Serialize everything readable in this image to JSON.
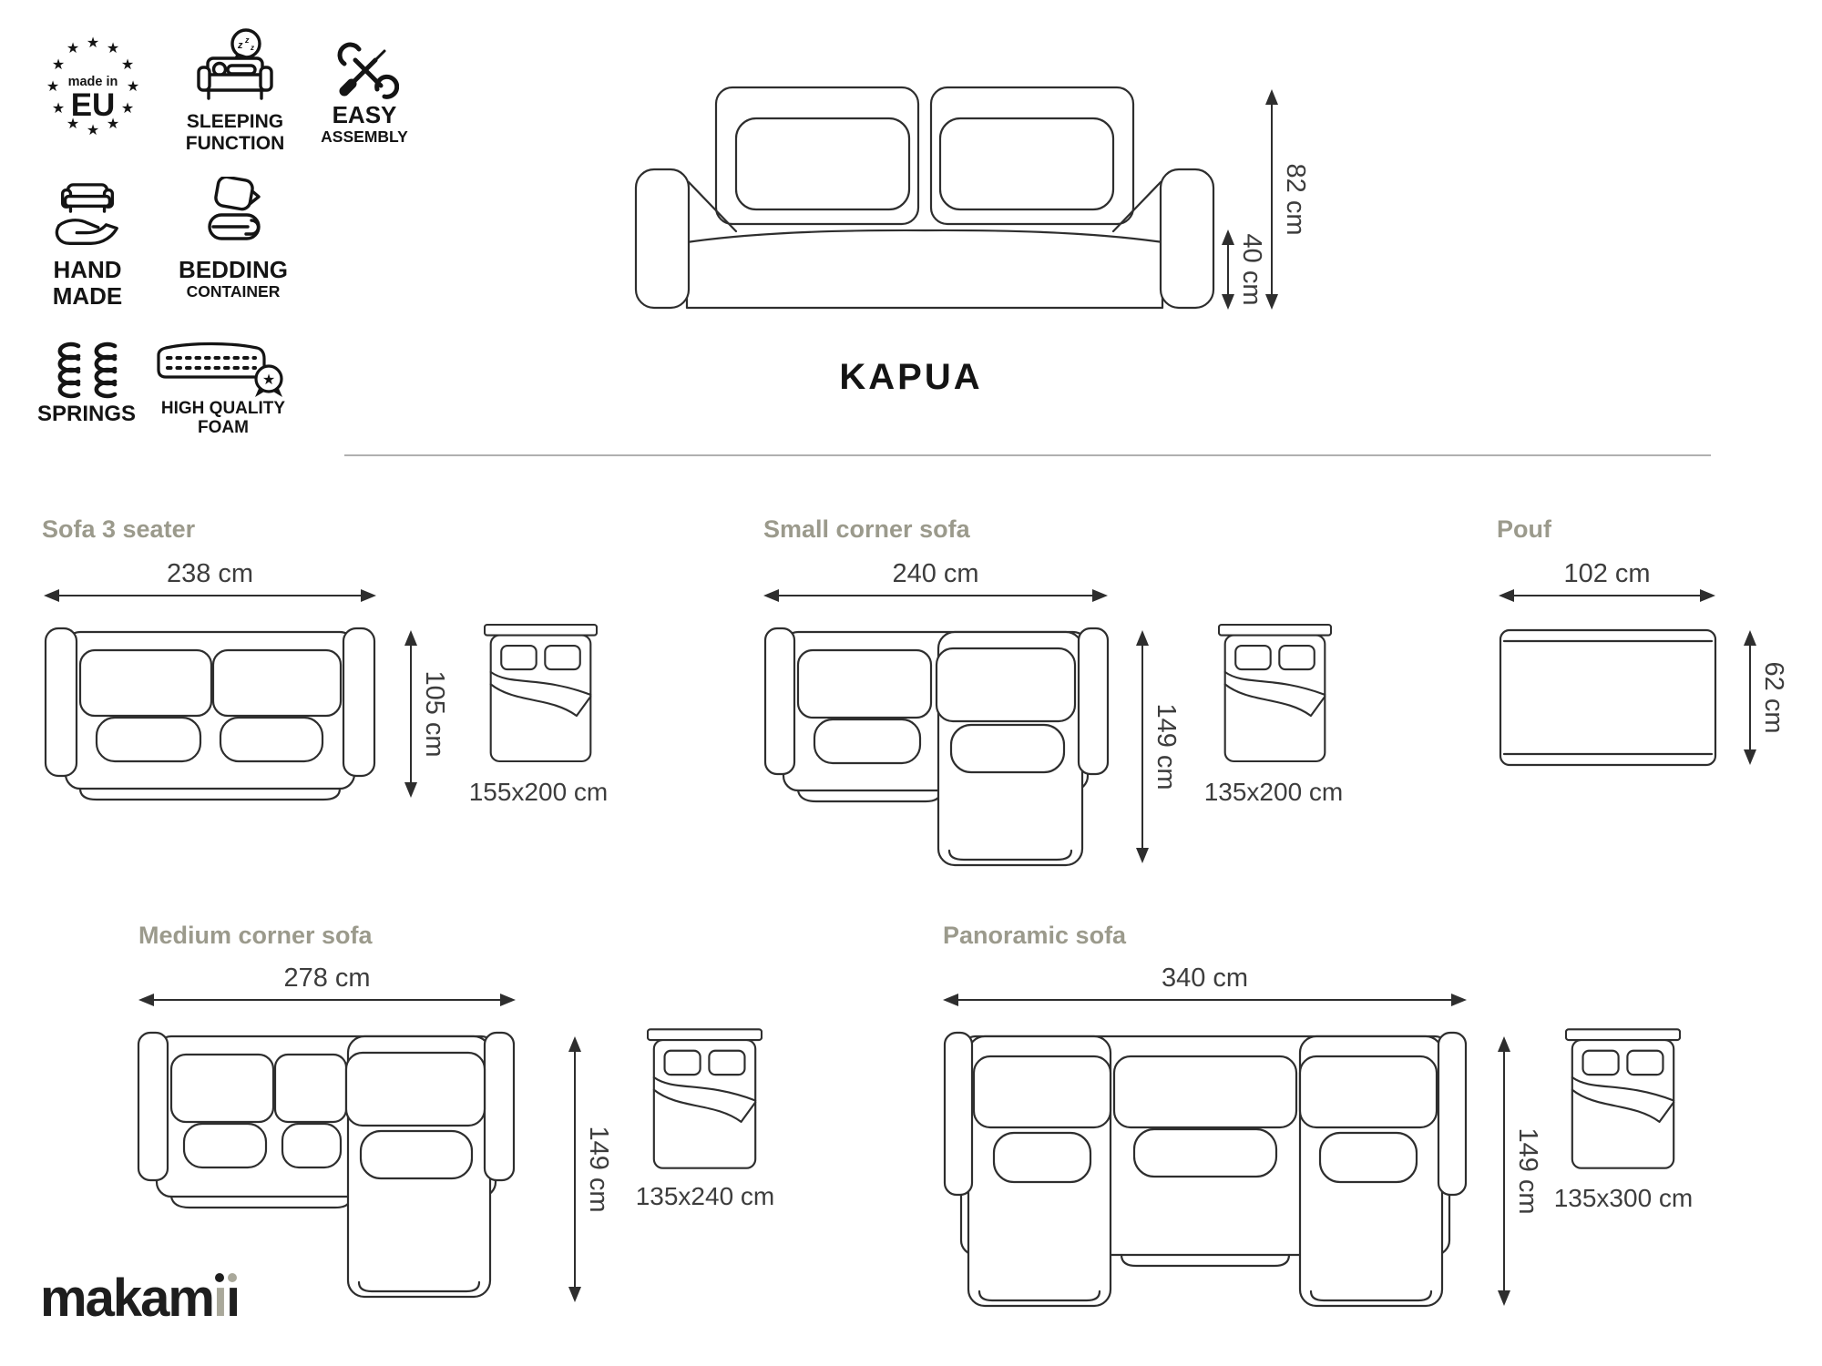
{
  "badges": {
    "made_in_eu": {
      "top": "made in",
      "main": "EU",
      "star": "★"
    },
    "sleeping_function": {
      "line1": "SLEEPING",
      "line2": "FUNCTION",
      "z": "z"
    },
    "easy_assembly": {
      "line1": "EASY",
      "line2": "ASSEMBLY"
    },
    "hand_made": {
      "line1": "HAND",
      "line2": "MADE"
    },
    "bedding_container": {
      "line1": "BEDDING",
      "line2": "CONTAINER"
    },
    "springs": {
      "line1": "SPRINGS"
    },
    "high_quality_foam": {
      "line1": "HIGH QUALITY",
      "line2": "FOAM",
      "star": "★"
    }
  },
  "product": {
    "name": "KAPUA",
    "overall_height": "82 cm",
    "seat_height": "40 cm"
  },
  "variants": [
    {
      "name": "Sofa 3 seater",
      "width": "238 cm",
      "depth": "105 cm",
      "bed_size": "155x200 cm"
    },
    {
      "name": "Small corner sofa",
      "width": "240 cm",
      "depth": "149 cm",
      "bed_size": "135x200 cm"
    },
    {
      "name": "Pouf",
      "width": "102 cm",
      "depth": "62 cm"
    },
    {
      "name": "Medium corner sofa",
      "width": "278 cm",
      "depth": "149 cm",
      "bed_size": "135x240 cm"
    },
    {
      "name": "Panoramic sofa",
      "width": "340 cm",
      "depth": "149 cm",
      "bed_size": "135x300 cm"
    }
  ],
  "brand": {
    "logo_text": "makamii",
    "logo_prefix": "makam",
    "logo_i_stem": "ı"
  },
  "colors": {
    "line": "#2e2e2e",
    "section_title": "#9b9a8c",
    "dimension_text": "#3d3d3d",
    "accent_gray": "#a9a89a",
    "logo_dark": "#1e1e1e"
  }
}
